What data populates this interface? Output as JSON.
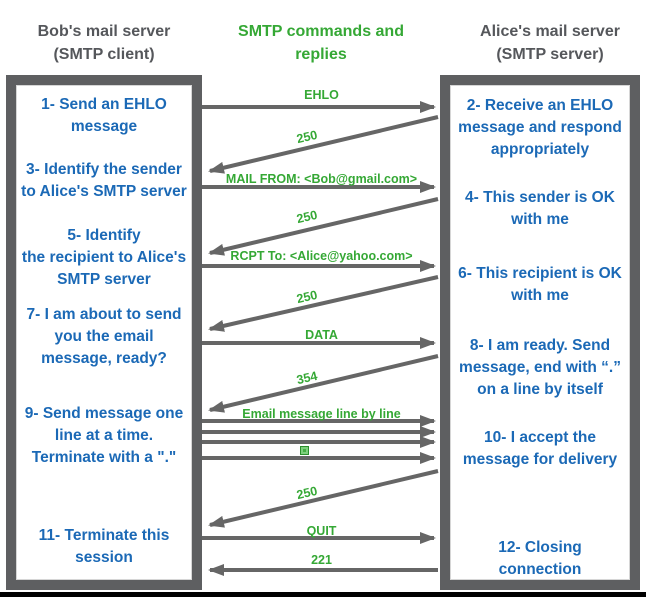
{
  "headers": {
    "client": "Bob's mail server\n(SMTP client)",
    "middle": "SMTP commands and\nreplies",
    "server": "Alice's mail server\n(SMTP server)"
  },
  "client_steps": [
    "1- Send an EHLO\nmessage",
    "3- Identify the sender\nto Alice's SMTP server",
    "5- Identify\nthe recipient to Alice's\nSMTP server",
    "7- I am about to send\nyou the email\nmessage, ready?",
    "9- Send message one\nline at a time.\nTerminate with a \".\"",
    "11- Terminate this\nsession"
  ],
  "server_steps": [
    "2- Receive an EHLO\nmessage and respond\nappropriately",
    "4- This sender is OK\nwith me",
    "6- This recipient is OK\nwith me",
    "8-  I am ready. Send\nmessage, end with “.”\non a line by itself",
    "10-  I accept the\nmessage for delivery",
    "12-  Closing\nconnection"
  ],
  "messages": {
    "ehlo": "EHLO",
    "reply1": "250",
    "mail_from": "MAIL FROM: <Bob@gmail.com>",
    "reply2": "250",
    "rcpt_to": "RCPT To: <Alice@yahoo.com>",
    "reply3": "250",
    "data": "DATA",
    "reply_354": "354",
    "email_lines": "Email message line by line",
    "terminator_icon": "green-square-dot-icon",
    "reply4": "250",
    "quit": "QUIT",
    "reply_221": "221"
  },
  "colors": {
    "step_text_blue": "#1b69b6",
    "command_green": "#35a835",
    "frame_gray": "#5e5f61",
    "arrow_gray": "#666666",
    "header_gray": "#55575b",
    "bottom_bar_black": "#000000"
  }
}
